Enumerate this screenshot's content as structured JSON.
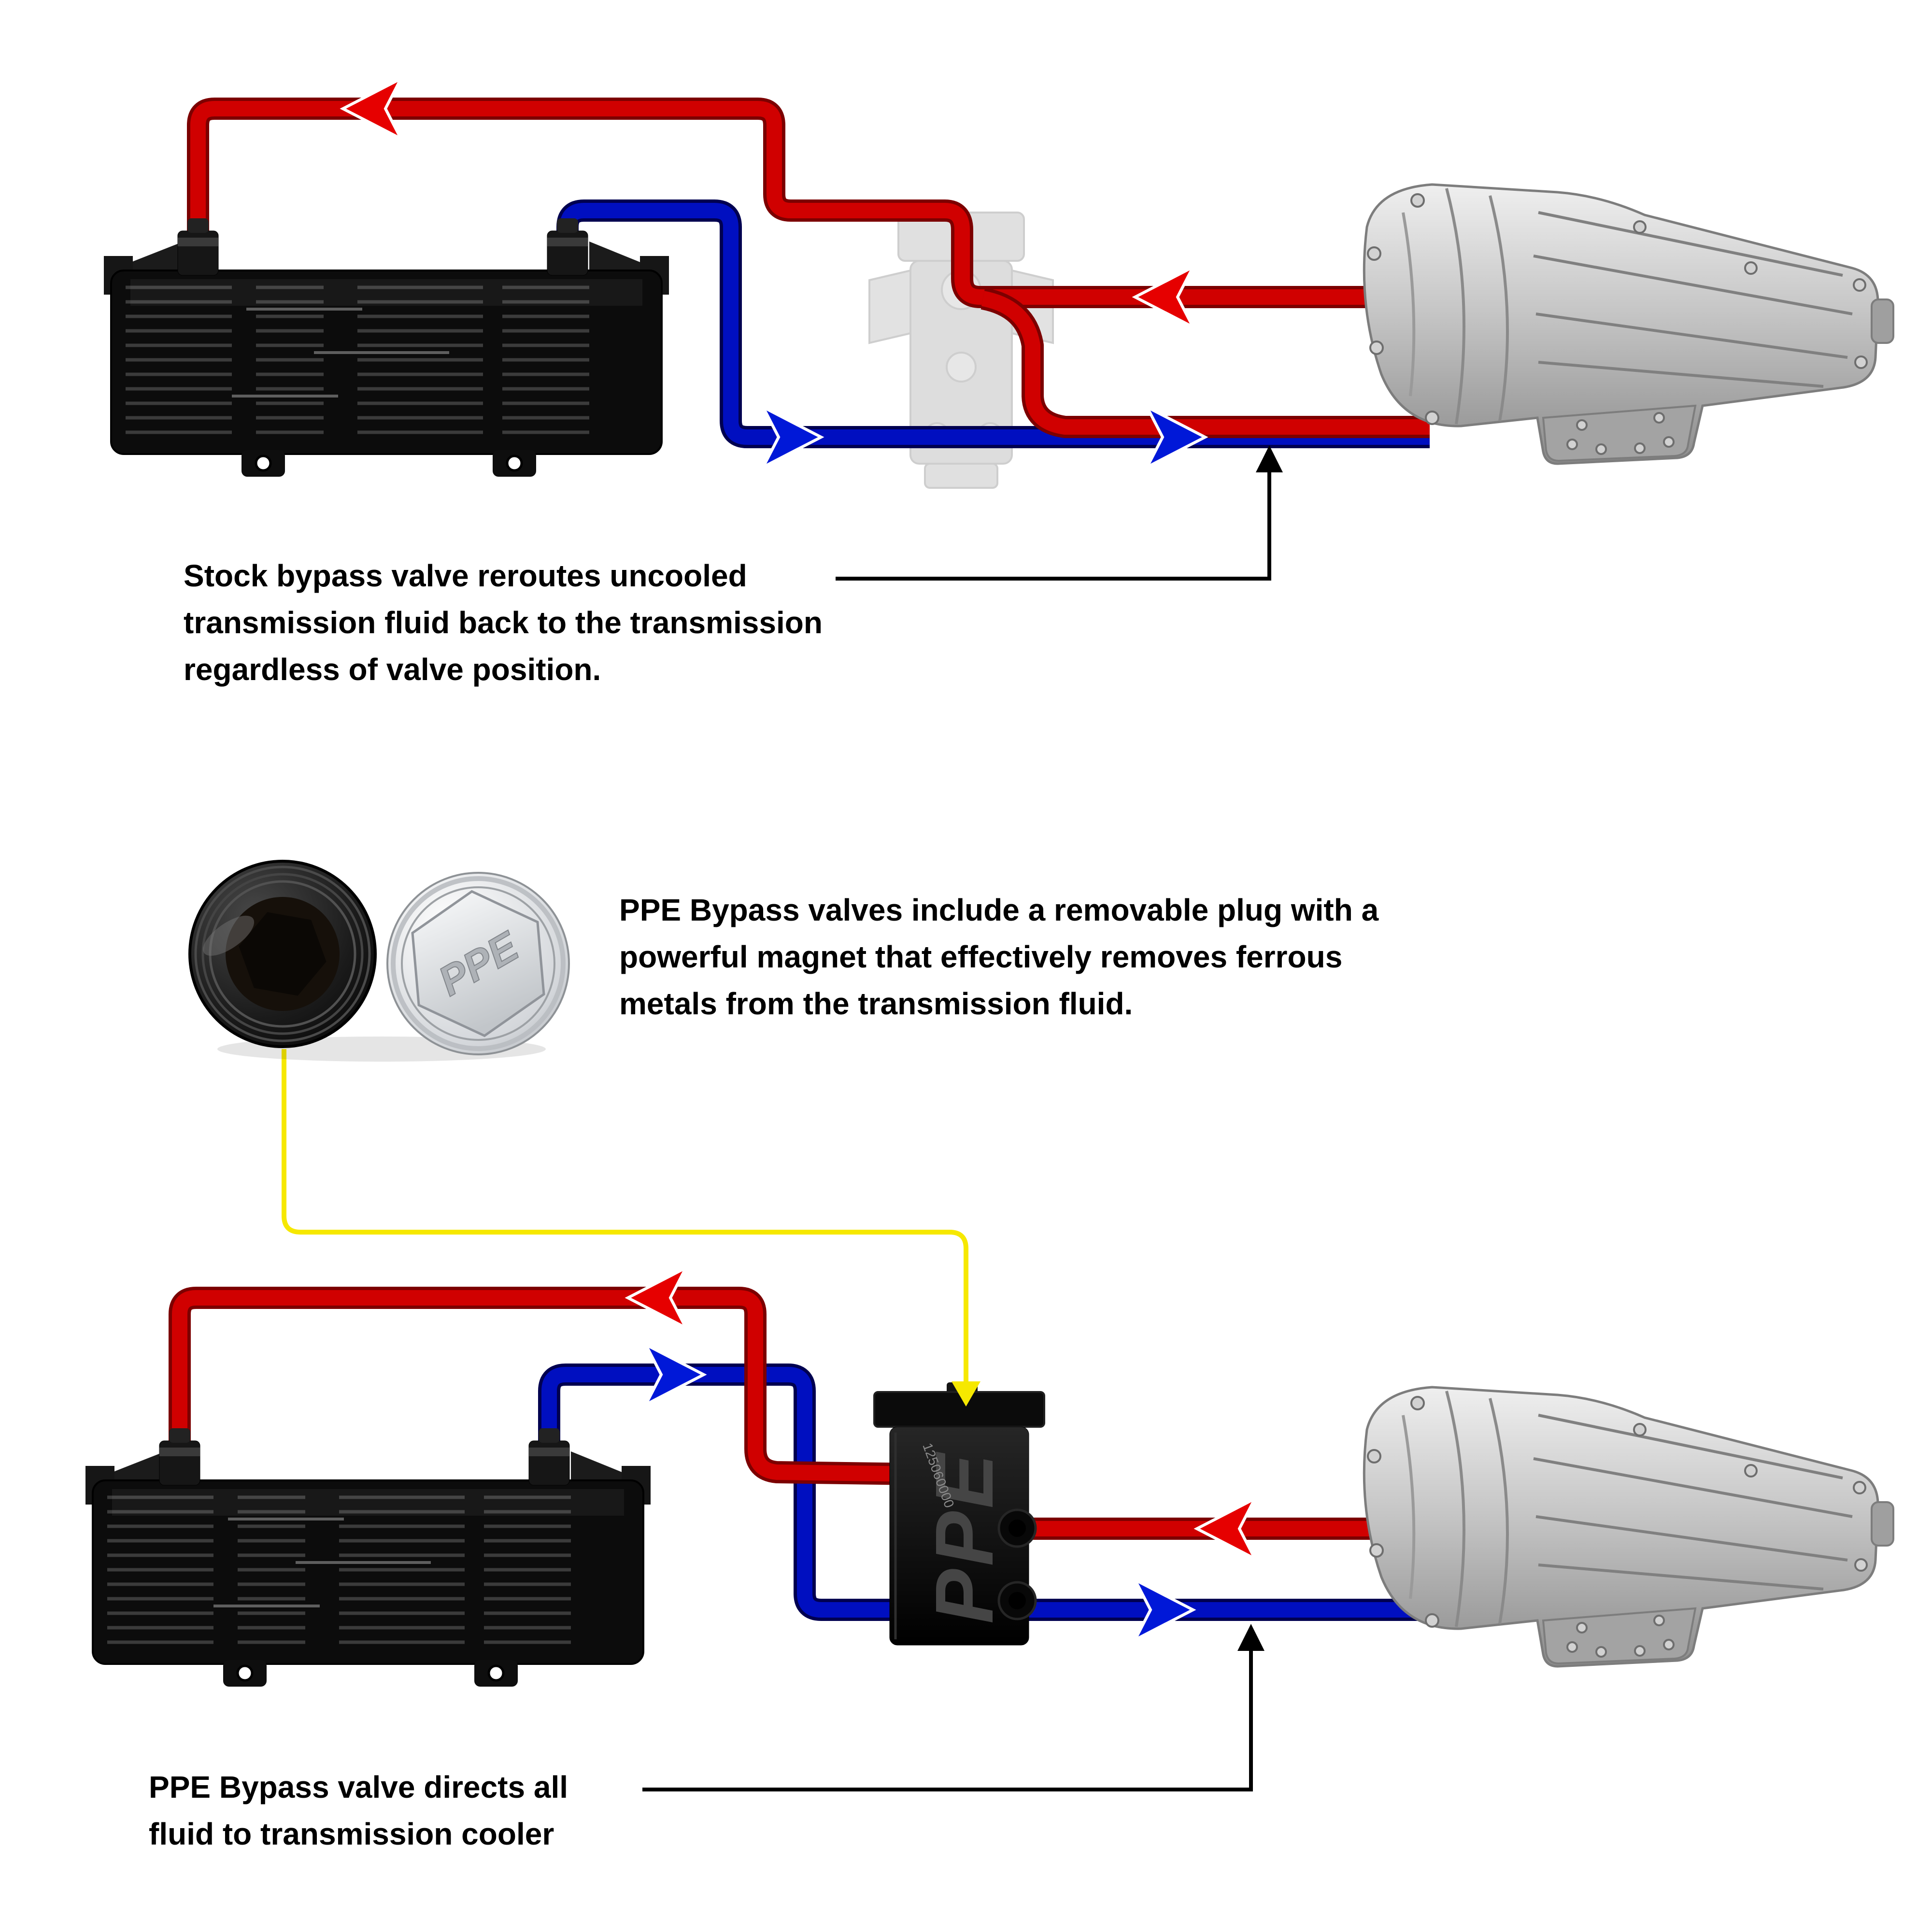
{
  "page": {
    "background": "#ffffff"
  },
  "colors": {
    "hot_line": "#d00000",
    "hot_outline": "#7c0000",
    "hot_arrow": "#e60000",
    "cold_line": "#000fc0",
    "cold_outline": "#000050",
    "cold_arrow": "#0018d8",
    "magnet_line": "#f6e800",
    "callout": "#000000"
  },
  "annotations": {
    "stock": {
      "lines": [
        "Stock bypass valve reroutes uncooled",
        "transmission fluid back to the transmission",
        "regardless of valve position."
      ]
    },
    "plug": {
      "lines": [
        "PPE Bypass valves include a removable plug with a",
        "powerful magnet that effectively removes ferrous",
        "metals from the transmission fluid."
      ]
    },
    "ppe": {
      "lines": [
        "PPE Bypass valve directs all",
        "fluid to transmission cooler"
      ]
    }
  },
  "components": {
    "ppe_valve": {
      "logo": "PPE",
      "serial": "125060000"
    },
    "silver_plug": {
      "logo": "PPE"
    }
  }
}
